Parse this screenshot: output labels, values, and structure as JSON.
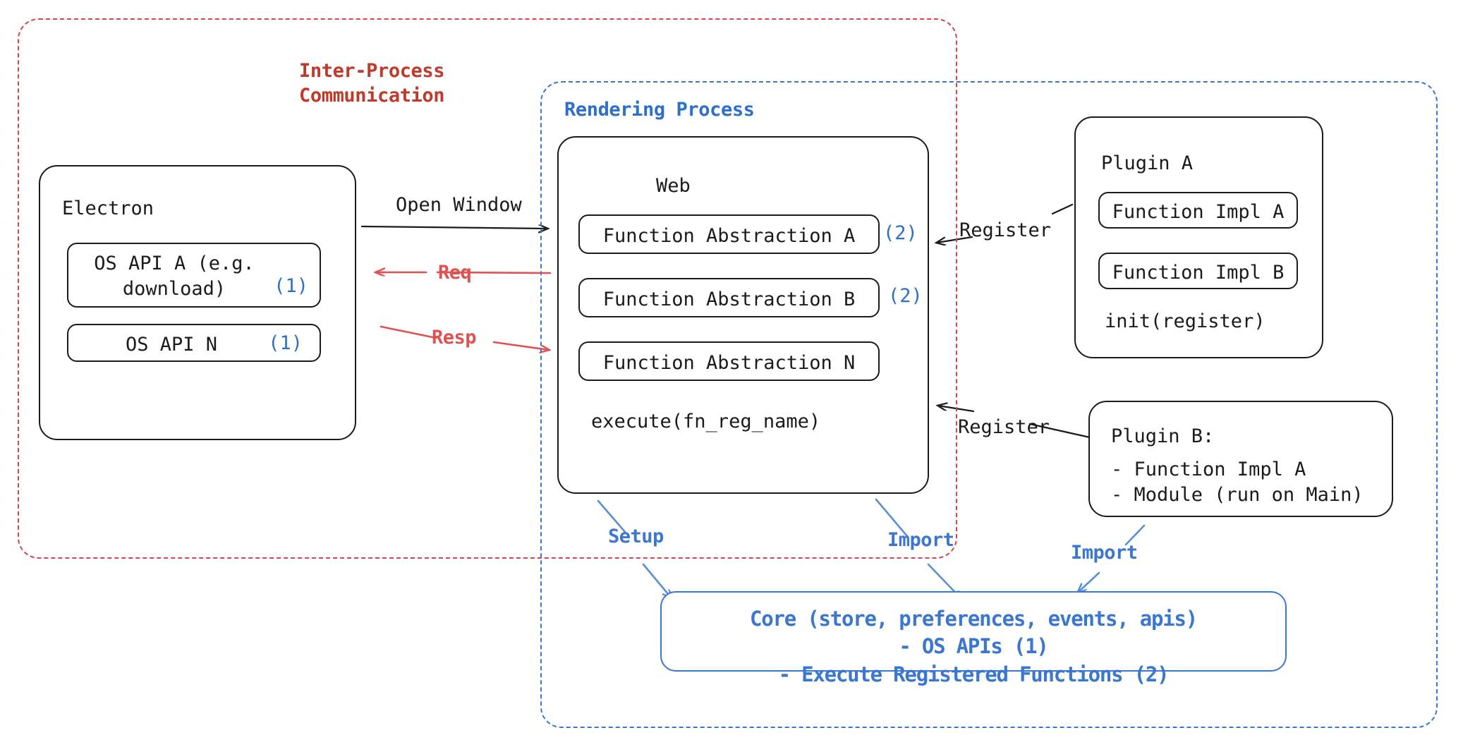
{
  "diagram": {
    "title": "Electron plugin architecture",
    "colors": {
      "ipc_red": "#d9444a",
      "render_blue": "#3b77d0",
      "marker_blue": "#2f6fcc",
      "arrow_red": "#e05252",
      "ink": "#1b1b1b",
      "background": "#ffffff"
    }
  },
  "regions": {
    "ipc": {
      "title": "Inter-Process\nCommunication"
    },
    "rendering": {
      "title": "Rendering Process"
    }
  },
  "electron": {
    "title": "Electron",
    "apis": [
      {
        "label": "OS API A (e.g.\ndownload)",
        "marker": "(1)"
      },
      {
        "label": "OS API N",
        "marker": "(1)"
      }
    ]
  },
  "web": {
    "title": "Web",
    "functions": [
      {
        "label": "Function Abstraction A",
        "marker": "(2)"
      },
      {
        "label": "Function Abstraction B",
        "marker": "(2)"
      },
      {
        "label": "Function Abstraction N",
        "marker": ""
      }
    ],
    "execute": "execute(fn_reg_name)"
  },
  "plugin_a": {
    "title": "Plugin A",
    "items": [
      {
        "label": "Function Impl A"
      },
      {
        "label": "Function Impl B"
      }
    ],
    "init": "init(register)"
  },
  "plugin_b": {
    "title": "Plugin B:",
    "lines": "- Function Impl A\n- Module (run on Main)"
  },
  "core": {
    "text": "Core (store, preferences, events, apis)\n- OS APIs (1)\n- Execute Registered Functions (2)"
  },
  "edges": {
    "open_window": "Open Window",
    "req": "Req",
    "resp": "Resp",
    "register_a": "Register",
    "register_b": "Register",
    "setup": "Setup",
    "import_web": "Import",
    "import_plugin": "Import"
  }
}
